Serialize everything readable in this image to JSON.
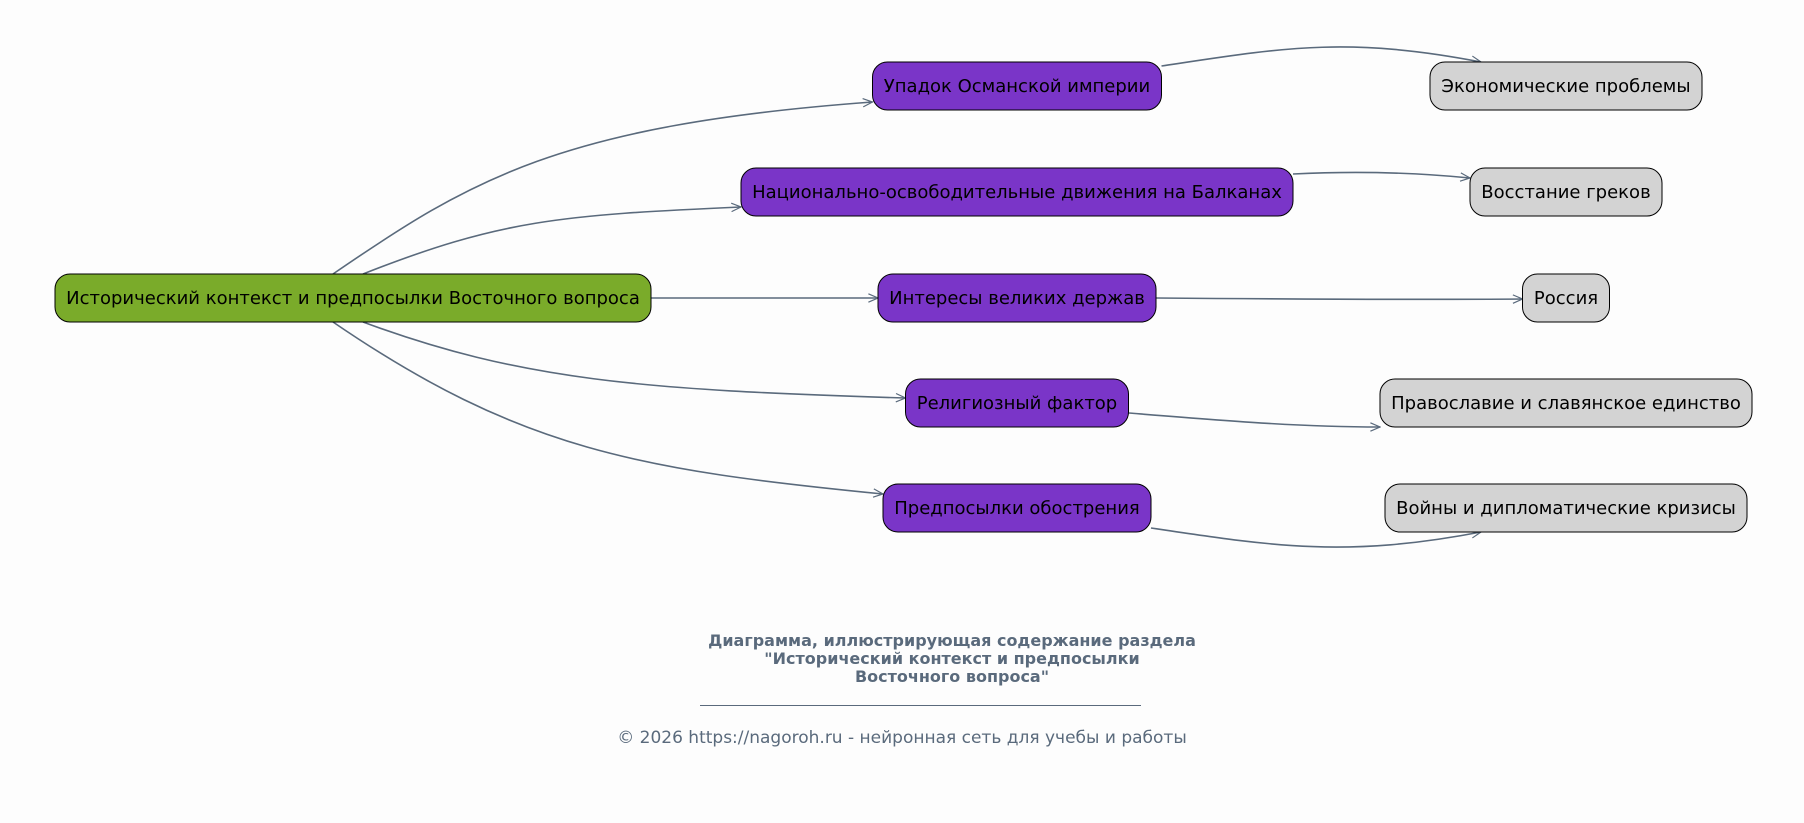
{
  "diagram": {
    "root": {
      "label": "Исторический контекст и предпосылки Восточного вопроса"
    },
    "branches": [
      {
        "label": "Упадок Османской империи",
        "child": "Экономические проблемы"
      },
      {
        "label": "Национально-освободительные движения на Балканах",
        "child": "Восстание греков"
      },
      {
        "label": "Интересы великих держав",
        "child": "Россия"
      },
      {
        "label": "Религиозный фактор",
        "child": "Православие и славянское единство"
      },
      {
        "label": "Предпосылки обострения",
        "child": "Войны и дипломатические кризисы"
      }
    ]
  },
  "colors": {
    "root_fill": "#7aab2a",
    "branch_fill": "#7a35c8",
    "leaf_fill": "#d3d3d3",
    "edge": "#5a6a7c",
    "caption": "#5a6a7c"
  },
  "caption": {
    "title": "Диаграмма, иллюстрирующая содержание раздела\n\"Исторический контекст и предпосылки\nВосточного вопроса\"",
    "footer": "© 2026 https://nagoroh.ru - нейронная сеть для учебы и работы"
  }
}
